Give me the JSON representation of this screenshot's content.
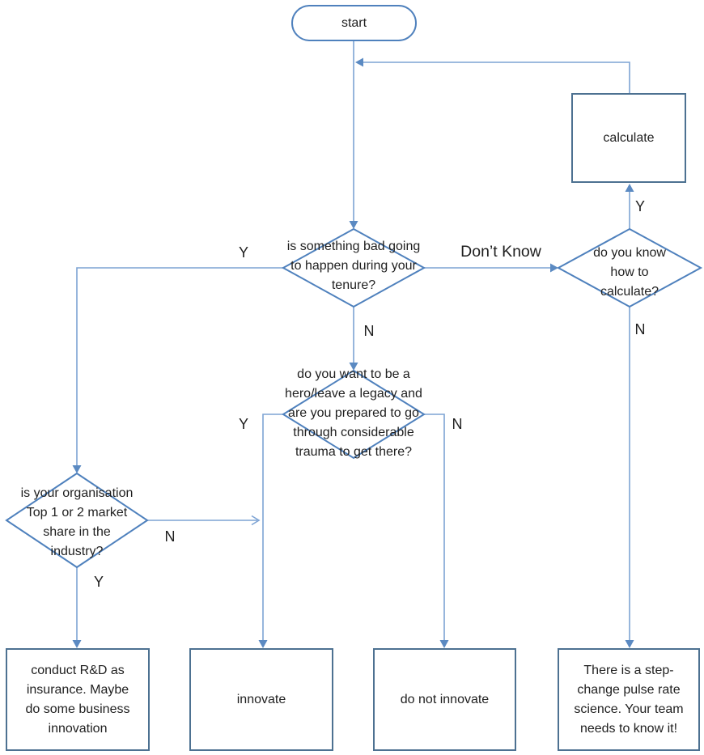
{
  "nodes": {
    "start": {
      "label": "start"
    },
    "calculate": {
      "label": "calculate"
    },
    "tenure": {
      "label": "is something bad going\nto happen during your\ntenure?"
    },
    "know_calc": {
      "label": "do you know\nhow to\ncalculate?"
    },
    "hero": {
      "label": "do you want to be a\nhero/leave a legacy and\nare you prepared to go\nthrough considerable\ntrauma to get there?"
    },
    "org": {
      "label": "is your organisation\nTop 1 or 2 market\nshare in the\nindustry?"
    },
    "rd": {
      "label": "conduct R&D as\ninsurance. Maybe\ndo some business\ninnovation"
    },
    "innovate": {
      "label": "innovate"
    },
    "no_innovate": {
      "label": "do not innovate"
    },
    "science": {
      "label": "There is a step-\nchange pulse rate\nscience. Your team\nneeds to know it!"
    }
  },
  "edge_labels": {
    "tenure_y": "Y",
    "tenure_dk": "Don’t Know",
    "tenure_n": "N",
    "know_y": "Y",
    "know_n": "N",
    "hero_y": "Y",
    "hero_n": "N",
    "org_n": "N",
    "org_y": "Y"
  },
  "colors": {
    "shape-border": "#4f81bd",
    "box-border": "#4d7191",
    "line": "#7da3d4",
    "arrow": "#5b8ac2",
    "text": "#1f1f1f"
  }
}
